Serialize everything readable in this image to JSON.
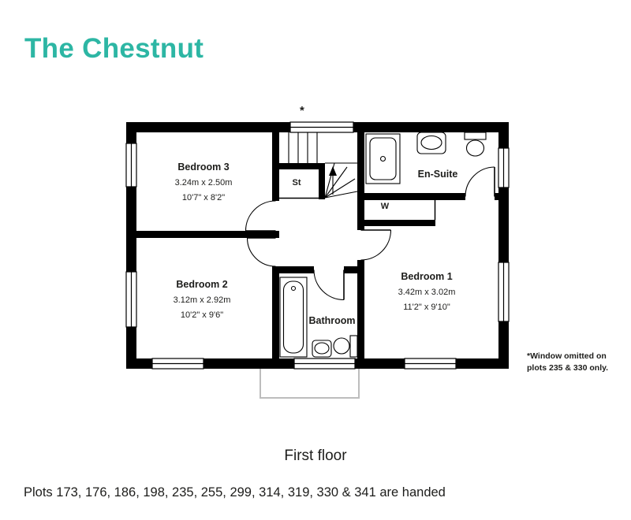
{
  "title": "The Chestnut",
  "floor": {
    "label": "First floor"
  },
  "plots_note": "Plots 173, 176, 186, 198, 235, 255, 299, 314, 319, 330 & 341 are handed",
  "window_note": {
    "marker": "*",
    "text": "*Window omitted on plots 235 & 330 only."
  },
  "rooms": {
    "bedroom3": {
      "name": "Bedroom 3",
      "metric": "3.24m x 2.50m",
      "imperial": "10'7\" x 8'2\""
    },
    "bedroom2": {
      "name": "Bedroom 2",
      "metric": "3.12m x 2.92m",
      "imperial": "10'2\" x 9'6\""
    },
    "bedroom1": {
      "name": "Bedroom 1",
      "metric": "3.42m x 3.02m",
      "imperial": "11'2\" x 9'10\""
    },
    "bathroom": {
      "name": "Bathroom"
    },
    "ensuite": {
      "name": "En-Suite"
    },
    "store": {
      "name": "St"
    },
    "wardrobe": {
      "name": "W"
    }
  },
  "colors": {
    "accent": "#2db6a4",
    "text": "#1d1d1b",
    "wall": "#000000"
  }
}
